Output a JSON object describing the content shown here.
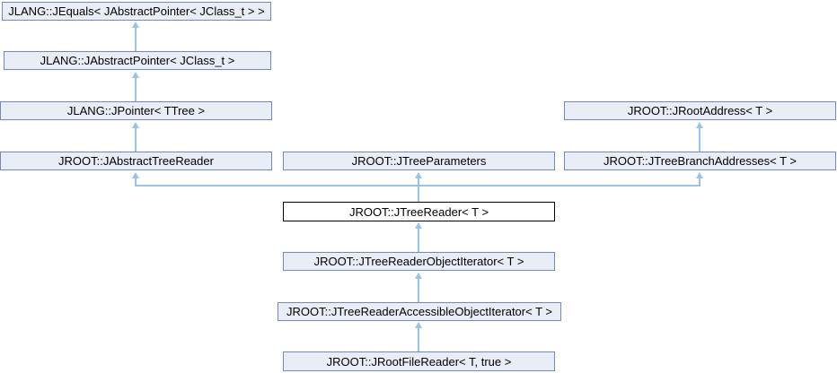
{
  "diagram": {
    "kind": "class-inheritance-graph",
    "colors": {
      "background": "#FFFFFF",
      "node_fill": "#E9EDF6",
      "node_border": "#7789BB",
      "current_fill": "#FFFFFF",
      "current_border": "#000000",
      "edge": "#9CC3E1",
      "text": "#000000"
    },
    "nodes": {
      "jequals": {
        "label": "JLANG::JEquals< JAbstractPointer< JClass_t > >"
      },
      "jabstractpointer": {
        "label": "JLANG::JAbstractPointer< JClass_t >"
      },
      "jpointer": {
        "label": "JLANG::JPointer< TTree >"
      },
      "jabstracttreereader": {
        "label": "JROOT::JAbstractTreeReader"
      },
      "jtreeparameters": {
        "label": "JROOT::JTreeParameters"
      },
      "jrootaddress": {
        "label": "JROOT::JRootAddress< T >"
      },
      "jtreebranchaddresses": {
        "label": "JROOT::JTreeBranchAddresses< T >"
      },
      "jtreereader": {
        "label": "JROOT::JTreeReader< T >",
        "current": true
      },
      "jtreereaderobjectiterator": {
        "label": "JROOT::JTreeReaderObjectIterator< T >"
      },
      "jtreereaderaccessibleobjectiterator": {
        "label": "JROOT::JTreeReaderAccessibleObjectIterator< T >"
      },
      "jrootfilereader": {
        "label": "JROOT::JRootFileReader< T, true >"
      }
    },
    "edges": [
      {
        "from": "jabstractpointer",
        "to": "jequals"
      },
      {
        "from": "jpointer",
        "to": "jabstractpointer"
      },
      {
        "from": "jabstracttreereader",
        "to": "jpointer"
      },
      {
        "from": "jtreebranchaddresses",
        "to": "jrootaddress"
      },
      {
        "from": "jtreereader",
        "to": "jabstracttreereader"
      },
      {
        "from": "jtreereader",
        "to": "jtreeparameters"
      },
      {
        "from": "jtreereader",
        "to": "jtreebranchaddresses"
      },
      {
        "from": "jtreereaderobjectiterator",
        "to": "jtreereader"
      },
      {
        "from": "jtreereaderaccessibleobjectiterator",
        "to": "jtreereaderobjectiterator"
      },
      {
        "from": "jrootfilereader",
        "to": "jtreereaderaccessibleobjectiterator"
      }
    ]
  }
}
